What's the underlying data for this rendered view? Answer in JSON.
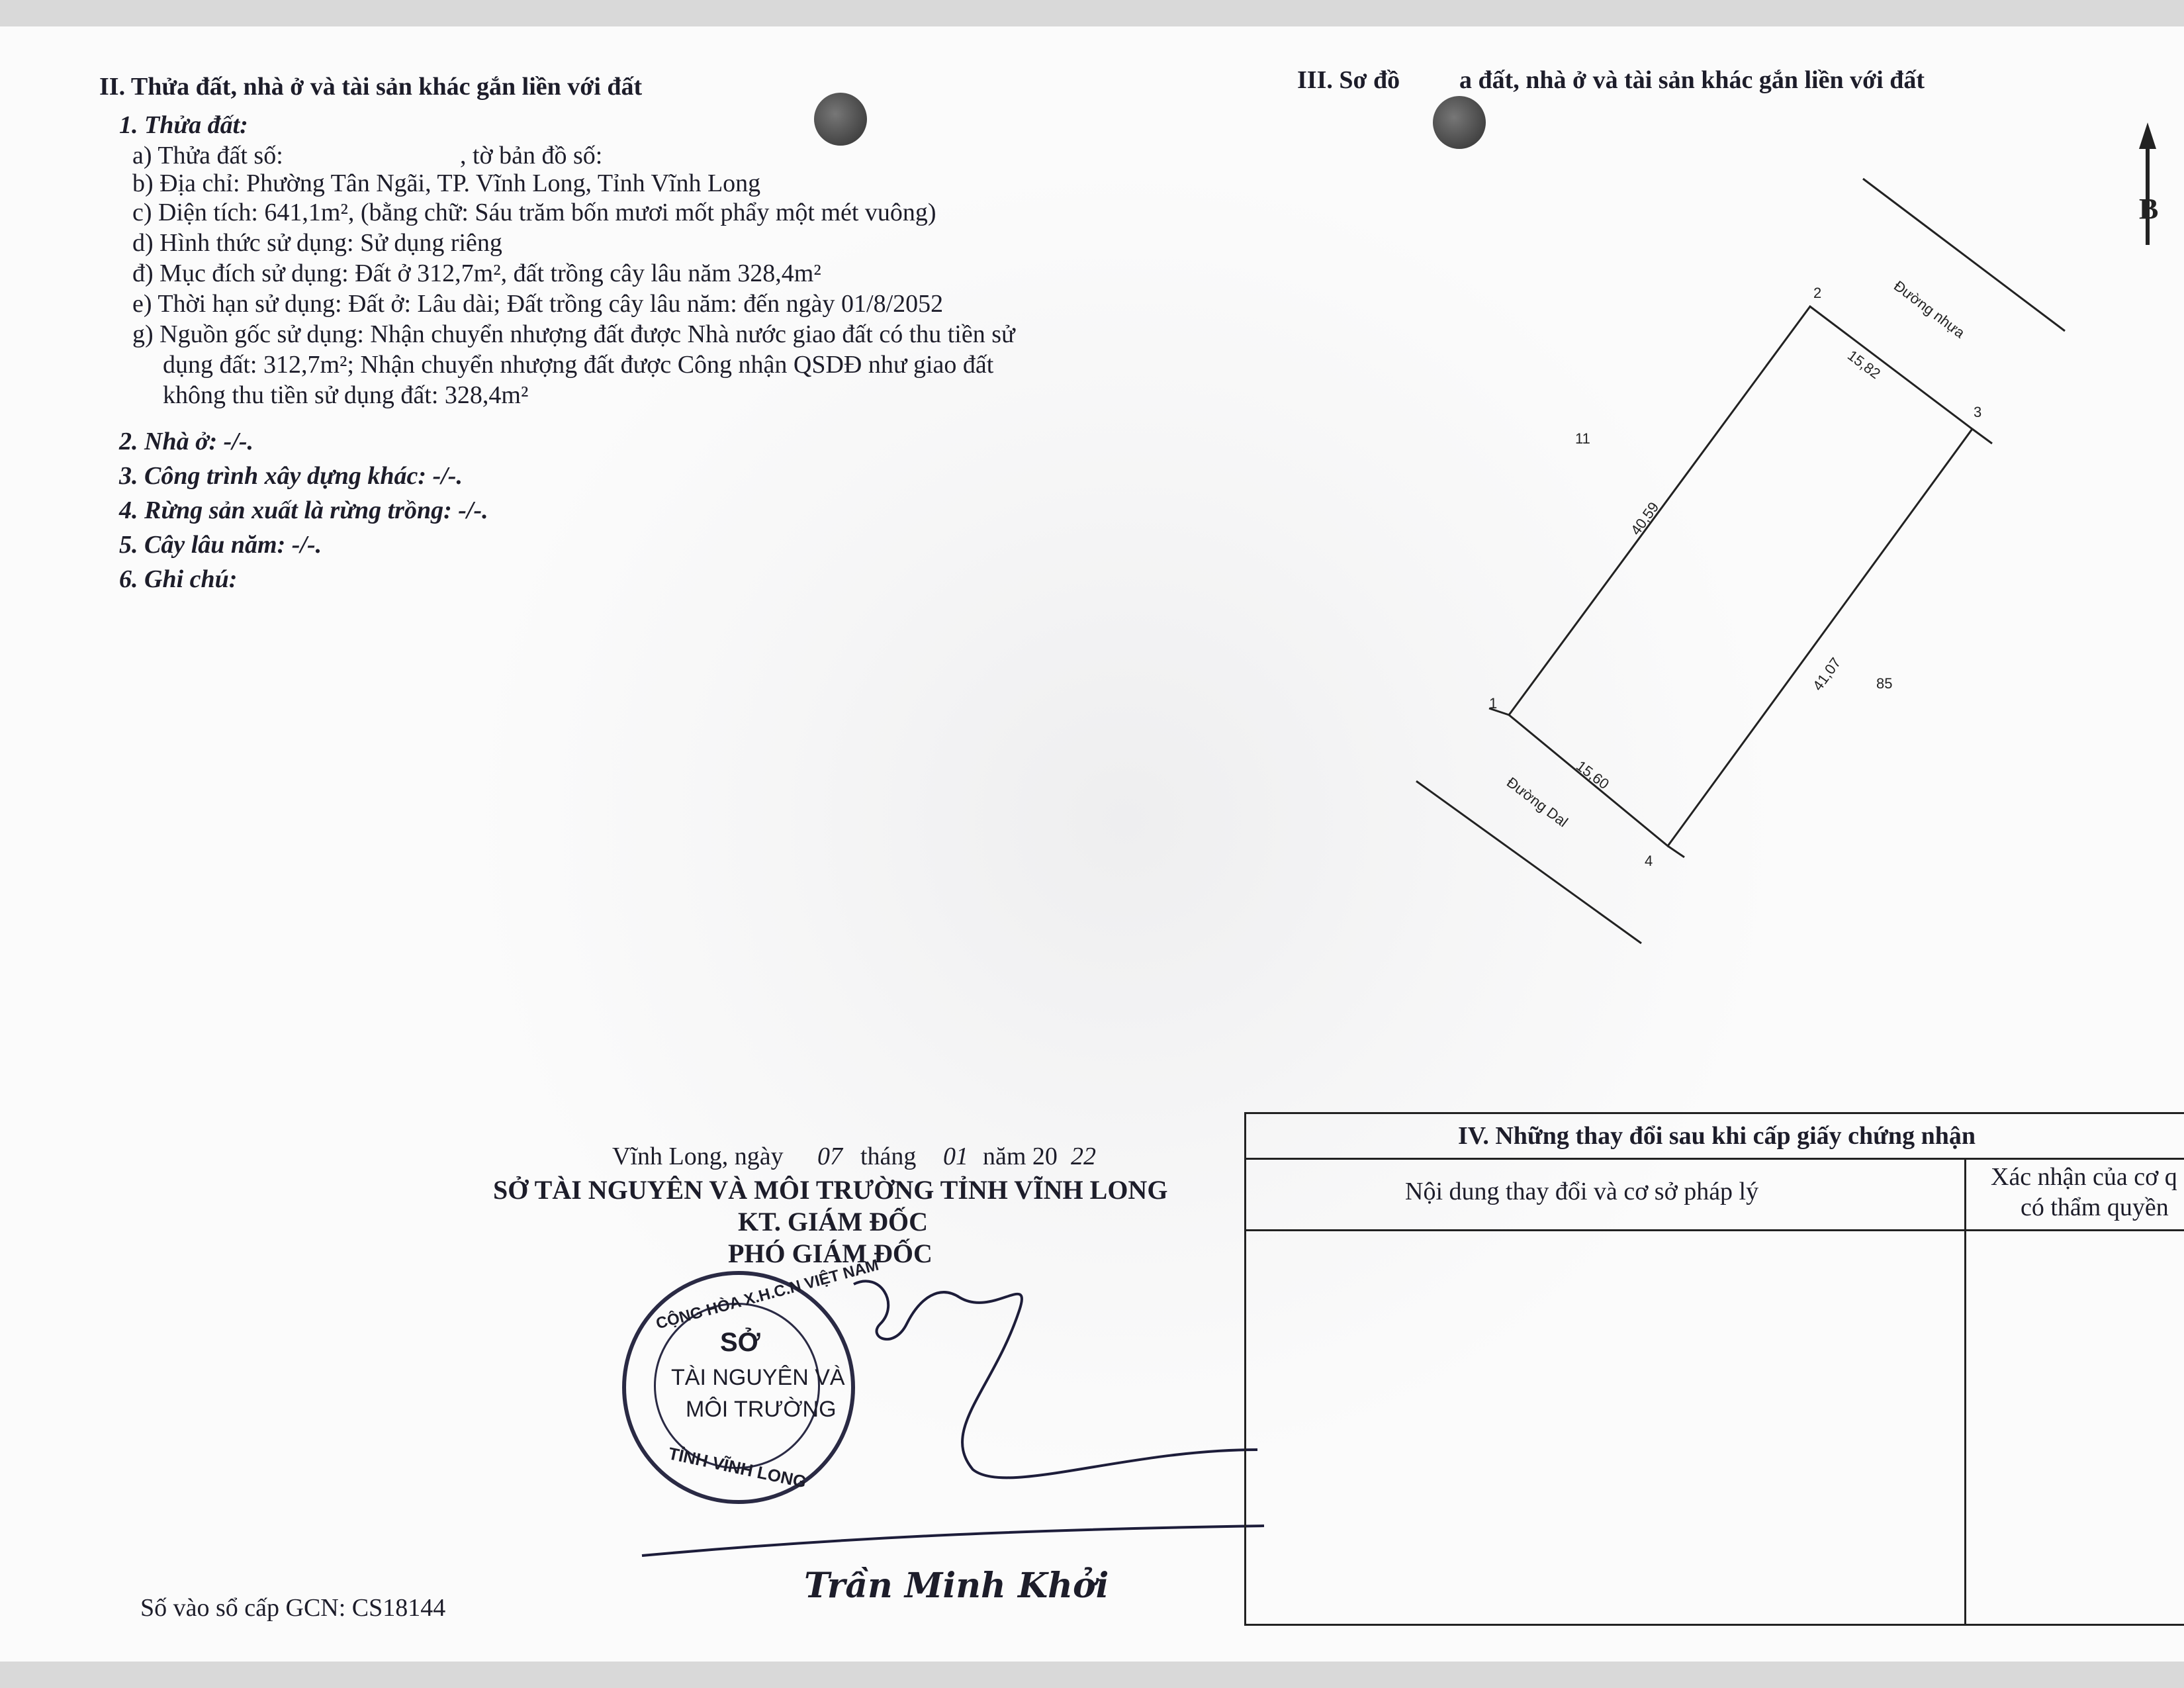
{
  "section2": {
    "title": "II. Thửa đất, nhà ở và tài sản khác gắn liền với đất",
    "item1": "1. Thửa đất:",
    "a": "a) Thửa đất số:",
    "a_map": ", tờ bản đồ số:",
    "b": "b) Địa chỉ:  Phường Tân Ngãi, TP. Vĩnh Long, Tỉnh Vĩnh Long",
    "c": "c) Diện tích:          641,1m², (bằng chữ: Sáu trăm bốn mươi mốt phẩy một mét vuông)",
    "d": "d) Hình thức sử dụng:   Sử dụng riêng",
    "dd": "đ) Mục đích sử dụng:  Đất ở 312,7m², đất trồng cây lâu năm 328,4m²",
    "e": "e) Thời hạn sử dụng:  Đất ở: Lâu dài; Đất trồng cây lâu năm: đến ngày 01/8/2052",
    "g1": "g) Nguồn gốc sử dụng:  Nhận chuyển nhượng đất được Nhà nước giao đất có thu tiền sử",
    "g2": "dụng đất: 312,7m²; Nhận chuyển nhượng đất được Công nhận QSDĐ như giao đất",
    "g3": "không thu tiền sử dụng đất: 328,4m²",
    "item2": "2. Nhà ở:  -/-.",
    "item3": "3. Công trình xây dựng khác: -/-.",
    "item4": "4. Rừng sản xuất là rừng trồng: -/-.",
    "item5": "5. Cây lâu năm: -/-.",
    "item6": "6. Ghi chú:"
  },
  "section3": {
    "title_a": "III. Sơ đồ",
    "title_b": "a đất, nhà ở và tài sản khác gắn liền với đất",
    "north": "B",
    "points": [
      "1",
      "2",
      "3",
      "4"
    ],
    "dims": [
      "15,82",
      "40,59",
      "41,07",
      "15,60"
    ],
    "parcels": [
      "11",
      "85"
    ],
    "roads": [
      "Đường nhựa",
      "Đường Dal"
    ]
  },
  "signature": {
    "date_line": "Vĩnh Long, ngày",
    "date_day": "07",
    "date_thang": "tháng",
    "date_month": "01",
    "date_nam": "năm 20",
    "date_year": "22",
    "agency": "SỞ TÀI NGUYÊN VÀ MÔI TRƯỜNG TỈNH VĨNH LONG",
    "kt": "KT. GIÁM ĐỐC",
    "role": "PHÓ GIÁM ĐỐC",
    "name": "Trần Minh Khởi",
    "register": "Số vào sổ cấp GCN: CS18144"
  },
  "seal": {
    "outer": "CỘNG HÒA X.H.C.N VIỆT NAM",
    "line1": "SỞ",
    "line2": "TÀI NGUYÊN VÀ",
    "line3": "MÔI TRƯỜNG",
    "bottom": "TỈNH VĨNH LONG"
  },
  "section4": {
    "title": "IV. Những thay đổi sau khi cấp giấy chứng nhận",
    "col1": "Nội dung thay đổi và cơ sở pháp lý",
    "col2a": "Xác nhận của cơ q",
    "col2b": "có thẩm quyền"
  }
}
